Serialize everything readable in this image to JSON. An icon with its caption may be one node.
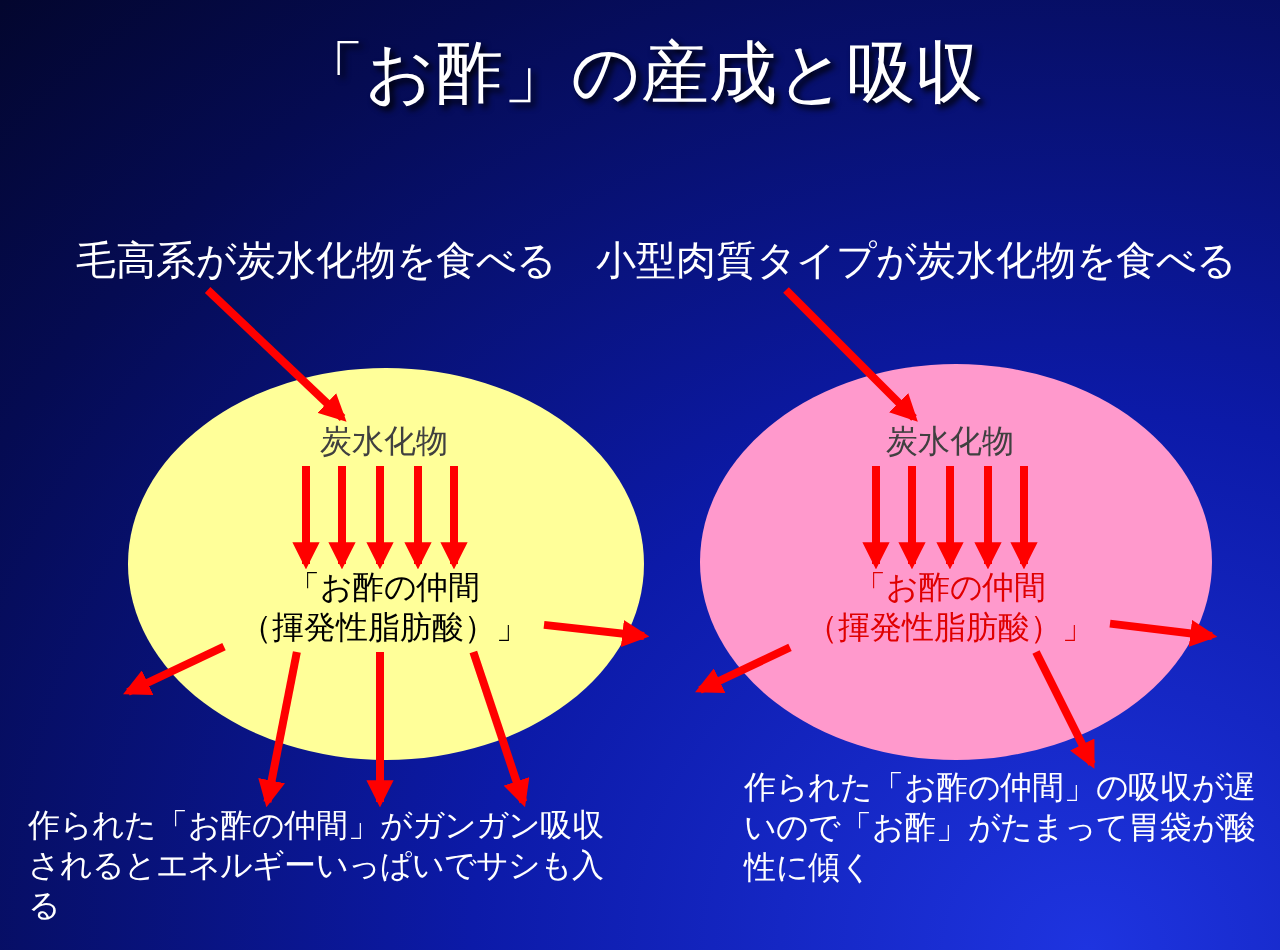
{
  "diagram": {
    "title": "「お酢」の産成と吸収",
    "nodes": [
      {
        "text": [
          "毛高系が炭水化物を食べる"
        ]
      },
      {
        "text": [],
        "shape": "ellipse"
      },
      {
        "text": [
          "炭水化物"
        ],
        "in": 1
      },
      {
        "text": [
          "「お酢の仲間（揮発性脂肪酸）」"
        ],
        "in": 1
      },
      {
        "text": [
          "作られた「お酢の仲間」がガンガン吸収されるとエネルギーいっぱいでサシも入る"
        ]
      },
      {
        "text": [
          "小型肉質タイプが炭水化物を食べる"
        ]
      },
      {
        "text": [],
        "shape": "ellipse"
      },
      {
        "text": [
          "炭水化物"
        ],
        "in": 6
      },
      {
        "text": [
          "「お酢の仲間（揮発性脂肪酸）」"
        ],
        "in": 6
      },
      {
        "text": [
          "作られた「お酢の仲間」の吸収が遅いので「お酢」がたまって胃袋が酸性に傾く"
        ]
      }
    ],
    "edges": [
      {
        "from": 0,
        "to": 2,
        "arrow": "to"
      },
      {
        "from": 2,
        "to": 3,
        "arrow": "to"
      },
      {
        "from": 2,
        "to": 3,
        "arrow": "to"
      },
      {
        "from": 2,
        "to": 3,
        "arrow": "to"
      },
      {
        "from": 2,
        "to": 3,
        "arrow": "to"
      },
      {
        "from": 2,
        "to": 3,
        "arrow": "to"
      },
      {
        "from": 3,
        "to": null,
        "arrow": "to"
      },
      {
        "from": 3,
        "to": 4,
        "arrow": "to"
      },
      {
        "from": 3,
        "to": 4,
        "arrow": "to"
      },
      {
        "from": 3,
        "to": 4,
        "arrow": "to"
      },
      {
        "from": 3,
        "to": null,
        "arrow": "to"
      },
      {
        "from": 5,
        "to": 7,
        "arrow": "to"
      },
      {
        "from": 7,
        "to": 8,
        "arrow": "to"
      },
      {
        "from": 7,
        "to": 8,
        "arrow": "to"
      },
      {
        "from": 7,
        "to": 8,
        "arrow": "to"
      },
      {
        "from": 7,
        "to": 8,
        "arrow": "to"
      },
      {
        "from": 7,
        "to": 8,
        "arrow": "to"
      },
      {
        "from": 8,
        "to": null,
        "arrow": "to"
      },
      {
        "from": 8,
        "to": null,
        "arrow": "to"
      },
      {
        "from": 8,
        "to": 9,
        "arrow": "to"
      }
    ]
  }
}
